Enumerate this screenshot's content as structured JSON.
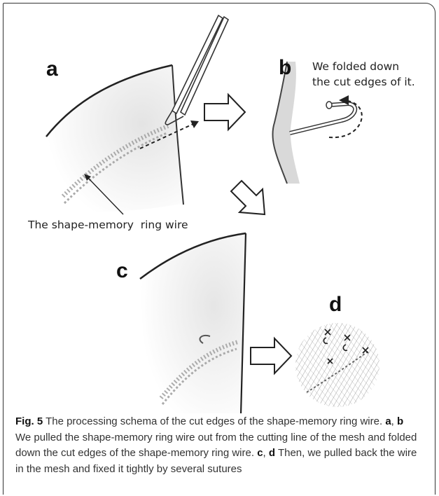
{
  "figure": {
    "panel_labels": {
      "a": "a",
      "b": "b",
      "c": "c",
      "d": "d"
    },
    "annotation_fold": [
      "We folded down",
      "the cut edges of it."
    ],
    "annotation_wire": "The shape-memory  ring wire",
    "caption": {
      "fig_label": "Fig. 5",
      "intro": " The processing schema of the cut edges of the shape-memory ring wire. ",
      "ref1_a": "a",
      "sep1": ", ",
      "ref1_b": "b",
      "text1": " We pulled the shape-memory ring wire out from the cutting line of the mesh and folded down the cut edges of the shape-memory ring wire. ",
      "ref2_c": "c",
      "sep2": ", ",
      "ref2_d": "d",
      "text2": " Then, we pulled back the wire in the mesh and fixed it tightly by several sutures"
    }
  }
}
